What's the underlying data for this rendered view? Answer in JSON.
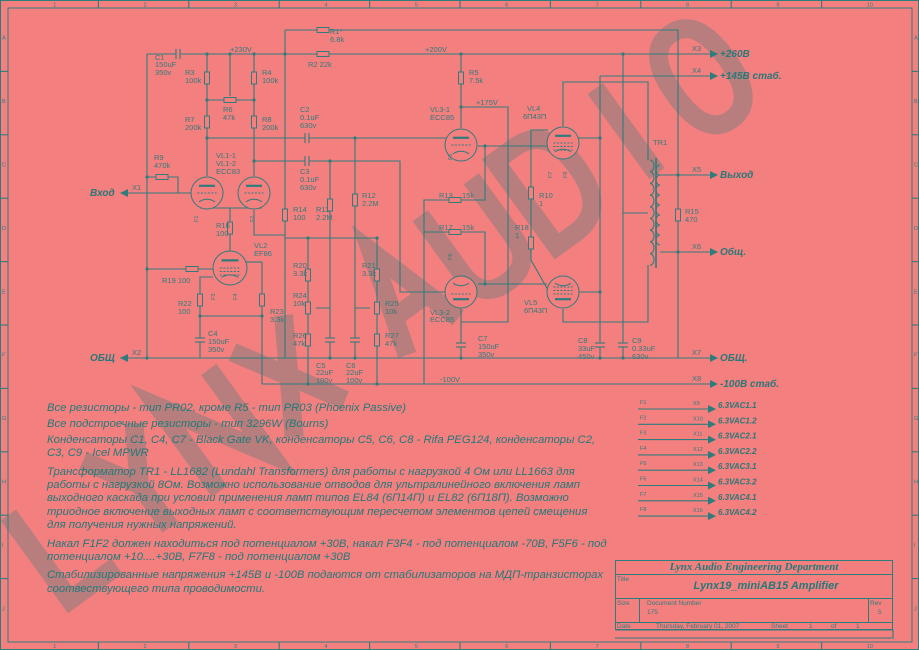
{
  "frame": {
    "columns": [
      "1",
      "2",
      "3",
      "4",
      "5",
      "6",
      "7",
      "8",
      "9",
      "10"
    ],
    "rows": [
      "A",
      "B",
      "C",
      "D",
      "E",
      "F",
      "G",
      "H",
      "I",
      "J"
    ]
  },
  "watermark": "LYNX AUDIO",
  "schematic": {
    "labels": {
      "r1": "R1*",
      "r1v": "6.8k",
      "r2": "R2   22k",
      "c1": "C1",
      "c1a": "150uF",
      "c1b": "350v",
      "v230": "+230V",
      "v200": "+200V",
      "v175": "+175V",
      "vm100": "-100V",
      "r3": "R3",
      "r3v": "100k",
      "r4": "R4",
      "r4v": "100k",
      "r6": "R6",
      "r6v": "47k",
      "r7": "R7",
      "r7v": "200k",
      "r8": "R8",
      "r8v": "200k",
      "c2": "C2",
      "c2a": "0.1uF",
      "c2b": "630v",
      "c3": "C3",
      "c3a": "0.1uF",
      "c3b": "630v",
      "r9": "R9",
      "r9v": "470k",
      "vl1a": "VL1-1",
      "vl1b": "VL1-2",
      "vl1c": "ECC83",
      "r14": "R14",
      "r14v": "100",
      "r11": "R11",
      "r11v": "2.2M",
      "r12": "R12",
      "r12v": "2.2M",
      "r16": "R16",
      "r16v": "100",
      "vl2": "VL2",
      "vl2t": "EF86",
      "r19": "R19 100",
      "r22": "R22",
      "r22v": "100",
      "r23": "R23",
      "r23v": "3.3k",
      "c4": "C4",
      "c4a": "150uF",
      "c4b": "350v",
      "r20": "R20",
      "r20v": "3.3k",
      "r24": "R24",
      "r24v": "10k",
      "r26": "R26",
      "r26v": "47k",
      "r21": "R21",
      "r21v": "3.3k",
      "r25": "R25",
      "r25v": "10k",
      "r27": "R27",
      "r27v": "47k",
      "c5": "C5",
      "c5a": "22uF",
      "c5b": "100v",
      "c6": "C6",
      "c6a": "22uF",
      "c6b": "100v",
      "r5": "R5",
      "r5v": "7.5k",
      "vl31": "VL3-1",
      "vl31t": "ECC85",
      "vl32": "VL3-2",
      "vl32t": "ECC85",
      "r13": "R13",
      "r13v": "15k",
      "r17": "R17",
      "r17v": "15k",
      "vl4": "VL4",
      "vl4t": "6П43П",
      "vl5": "VL5",
      "vl5t": "6П43П",
      "r10": "R10",
      "r10v": "1",
      "r18": "R18",
      "r18v": "1",
      "tr1": "TR1",
      "r15": "R15",
      "r15v": "470",
      "c7": "C7",
      "c7a": "150uF",
      "c7b": "350v",
      "c8": "C8",
      "c8a": "33uF",
      "c8b": "450v",
      "c9": "C9",
      "c9a": "0.33uF",
      "c9b": "630v",
      "f1": "F1",
      "f2": "F2",
      "f3": "F3",
      "f4": "F4",
      "f5": "F5",
      "f6": "F6",
      "f7": "F7",
      "f8": "F8"
    },
    "connectors": [
      {
        "id": "X1",
        "label": "Вход"
      },
      {
        "id": "X2",
        "label": "ОБЩ"
      },
      {
        "id": "X3",
        "label": "+260В"
      },
      {
        "id": "X4",
        "label": "+145В стаб."
      },
      {
        "id": "X5",
        "label": "Выход"
      },
      {
        "id": "X6",
        "label": "Общ."
      },
      {
        "id": "X7",
        "label": "ОБЩ."
      },
      {
        "id": "X8",
        "label": "-100В стаб."
      }
    ],
    "filaments": [
      {
        "pin": "F1",
        "id": "X9",
        "label": "6.3VAC1.1"
      },
      {
        "pin": "F2",
        "id": "X10",
        "label": "6.3VAC1.2"
      },
      {
        "pin": "F3",
        "id": "X11",
        "label": "6.3VAC2.1"
      },
      {
        "pin": "F4",
        "id": "X12",
        "label": "6.3VAC2.2"
      },
      {
        "pin": "F5",
        "id": "X13",
        "label": "6.3VAC3.1"
      },
      {
        "pin": "F6",
        "id": "X14",
        "label": "6.3VAC3.2"
      },
      {
        "pin": "F7",
        "id": "X15",
        "label": "6.3VAC4.1"
      },
      {
        "pin": "F8",
        "id": "X16",
        "label": "6.3VAC4.2"
      }
    ]
  },
  "notes": [
    "Все резисторы - тип PR02, кроме R5 - тип PR03 (Phoenix Passive)",
    "Все подстроечные  резисторы - тип 3296W (Bourns)",
    "Конденсаторы C1, C4, C7 - Black Gate VK, конденсаторы C5, C6, C8 - Rifa PEG124, конденсаторы C2, C3, C9 - Icel MPWR",
    "Трансформатор TR1 - LL1682 (Lundahl Transformers) для работы с нагрузкой 4 Ом или LL1663 для работы с нагрузкой 8Ом. Возможно использование отводов для ультралинейного включения ламп выходного каскада при условии применения ламп типов EL84 (6П14П) и EL82 (6П18П). Возможно триодное включение выходных ламп с соответствующим пересчетом элементов цепей смещения для получения нужных напряжений.",
    "Накал F1F2 должен находиться под потенциалом +30В, накал F3F4 - под потенциалом -70В, F5F6 - под потенциалом +10....+30В, F7F8 - под потенциалом +30В",
    "Стабилизированные напряжения +145В и -100В подаются от стабилизаторов на МДП-транзисторах соотвествующего типа проводимости."
  ],
  "title_block": {
    "department": "Lynx Audio Engineering Department",
    "title_label": "Title",
    "title": "Lynx19_miniAB15 Amplifier",
    "size_label": "Size",
    "doc_label": "Document Number",
    "doc_number": "175",
    "rev_label": "Rev",
    "rev": "5",
    "date_label": "Date",
    "date": "Thursday, February 01, 2007",
    "sheet_label": "Sheet",
    "sheet": "1",
    "of_label": "of",
    "sheets": "1"
  }
}
